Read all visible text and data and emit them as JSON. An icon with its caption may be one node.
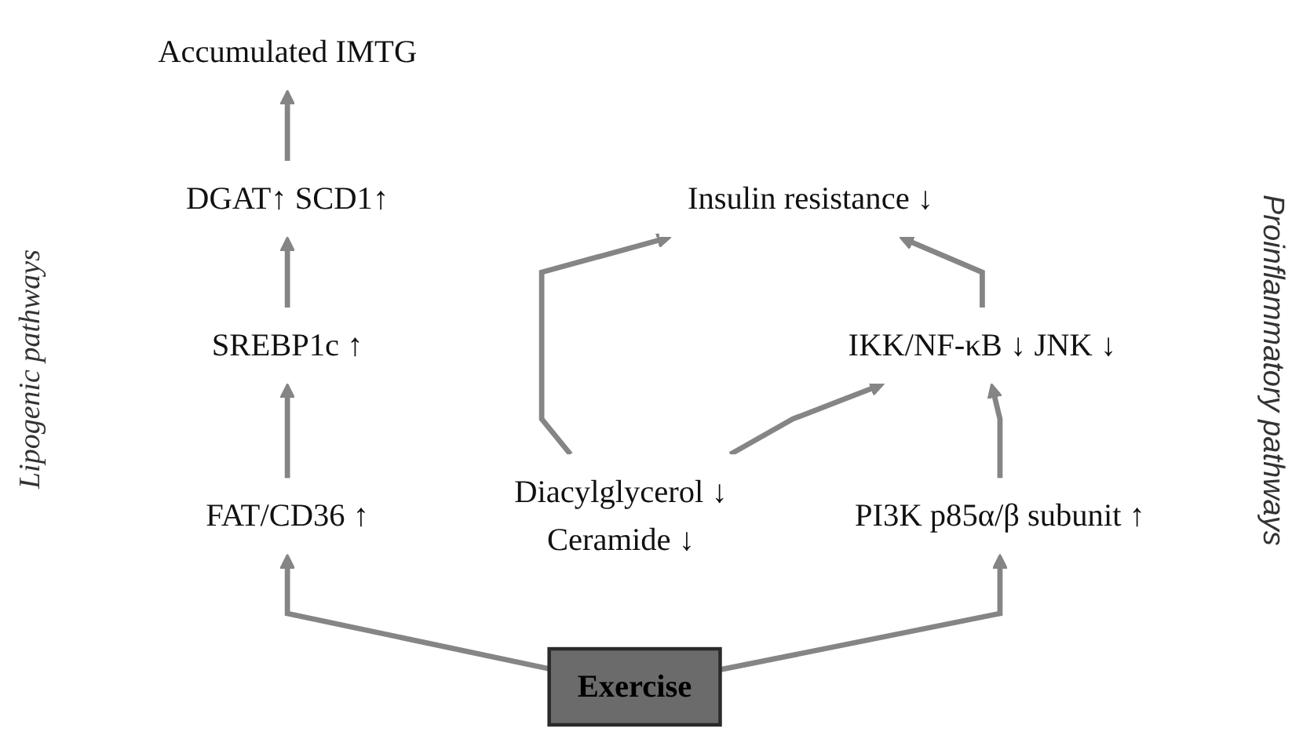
{
  "diagram": {
    "nodes": [
      {
        "text": [
          "Exercise"
        ]
      },
      {
        "text": [
          "FAT/CD36 ↑"
        ]
      },
      {
        "text": [
          "SREBP1c ↑"
        ]
      },
      {
        "text": [
          "DGAT↑ SCD1↑"
        ]
      },
      {
        "text": [
          "Accumulated IMTG"
        ]
      },
      {
        "text": [
          "Diacylglycerol ↓",
          "Ceramide ↓"
        ]
      },
      {
        "text": [
          "Insulin resistance ↓"
        ]
      },
      {
        "text": [
          "IKK/NF-κB ↓ JNK ↓"
        ]
      },
      {
        "text": [
          "PI3K p85α/β subunit ↑"
        ]
      }
    ],
    "edges": [
      {
        "from": 0,
        "to": 1,
        "arrow": "to"
      },
      {
        "from": 0,
        "to": 8,
        "arrow": "to"
      },
      {
        "from": 1,
        "to": 2,
        "arrow": "to"
      },
      {
        "from": 2,
        "to": 3,
        "arrow": "to"
      },
      {
        "from": 3,
        "to": 4,
        "arrow": "to"
      },
      {
        "from": 5,
        "to": 6,
        "arrow": "to"
      },
      {
        "from": 5,
        "to": 7,
        "arrow": "to"
      },
      {
        "from": 8,
        "to": 7,
        "arrow": "to"
      },
      {
        "from": 7,
        "to": 6,
        "arrow": "to"
      }
    ],
    "labels": [
      "Lipogenic pathways",
      "Proinflammatory pathways"
    ]
  }
}
